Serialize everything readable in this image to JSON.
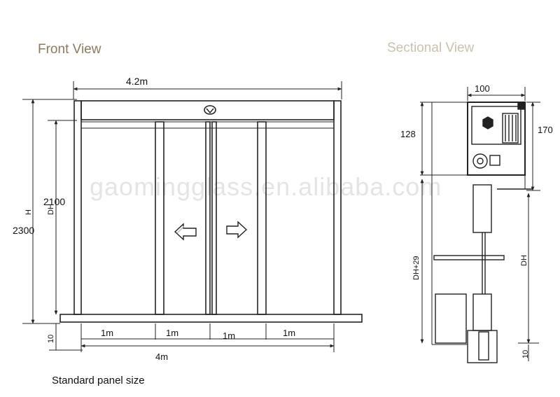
{
  "headings": {
    "front_view": "Front View",
    "sectional_view": "Sectional View"
  },
  "caption": "Standard panel size",
  "watermark": "gaomingglass.en.alibaba.com",
  "front": {
    "overall_width": "4.2m",
    "height_total": "2300",
    "height_door": "2100",
    "label_h": "H",
    "label_dh": "DH",
    "bottom_offset": "10",
    "panel_widths": [
      "1m",
      "1m",
      "1m",
      "1m"
    ],
    "total_width": "4m",
    "arrows": [
      "left-arrow-icon",
      "right-arrow-icon"
    ]
  },
  "section": {
    "width": "100",
    "header_height": "128",
    "right_height": "170",
    "dh_plus": "DH+29",
    "dh": "DH",
    "bottom_offset": "10"
  },
  "colors": {
    "line": "#222222",
    "title_front": "#8a7a5e",
    "title_section": "#c9c2ad"
  }
}
